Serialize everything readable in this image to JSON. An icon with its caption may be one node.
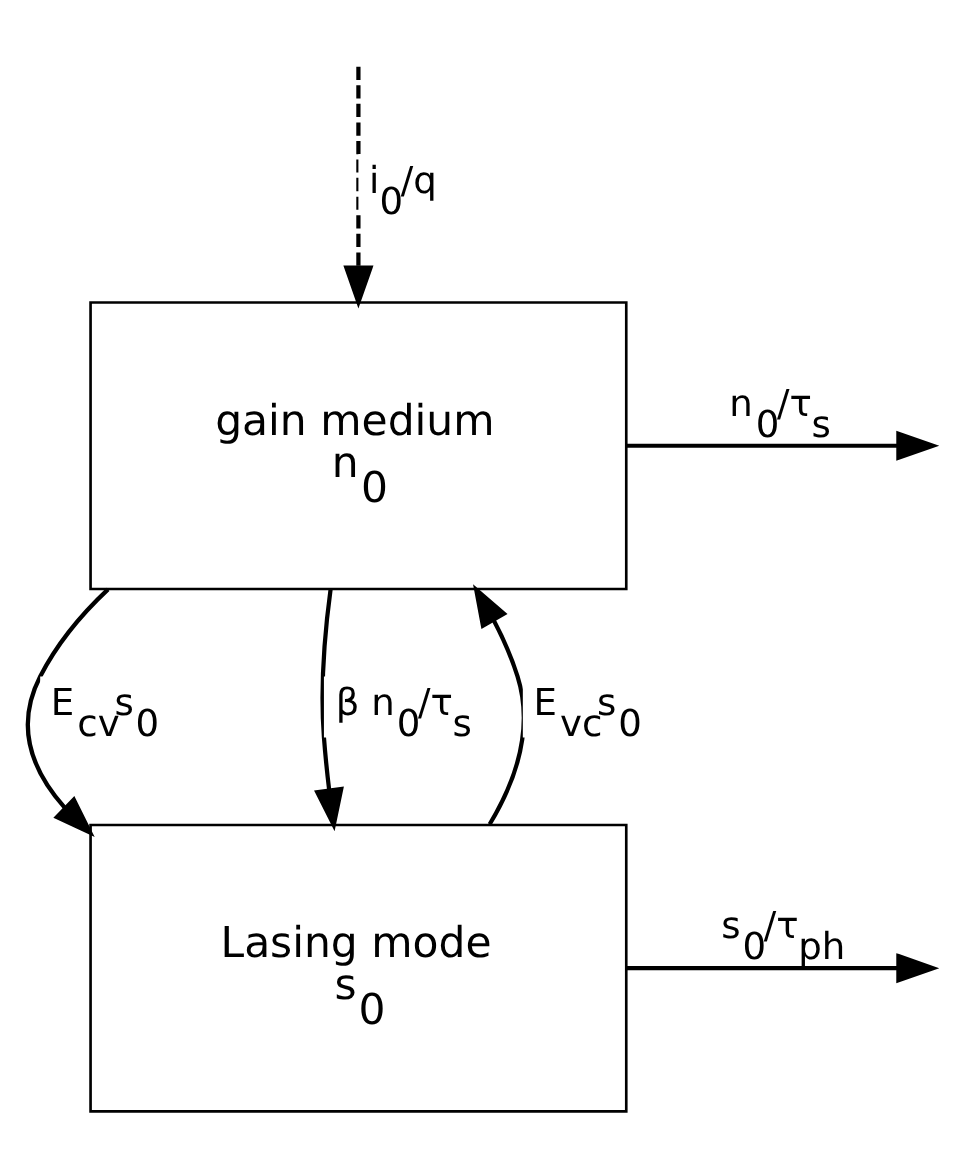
{
  "diagram": {
    "nodes": [
      {
        "text": [
          "gain medium",
          "n$_{0}$"
        ]
      },
      {
        "text": [
          "Lasing mode",
          "s$_{0}$"
        ]
      }
    ],
    "edges": [
      {
        "from": 0,
        "to": null,
        "arrow": "to",
        "label": "n$_{0}$/τ$_{s}$"
      },
      {
        "from": null,
        "to": 0,
        "arrow": "to",
        "label": "i$_{0}$/q",
        "style": "dashed"
      },
      {
        "from": 1,
        "to": 0,
        "arrow": "to",
        "label": "E$_{vc}$s$_{0}$"
      },
      {
        "from": 0,
        "to": 1,
        "arrow": "to",
        "label": "E$_{cv}$s$_{0}$"
      },
      {
        "from": 0,
        "to": 1,
        "arrow": "to",
        "label": "β n$_{0}$/τ$_{s}$"
      },
      {
        "from": 1,
        "to": null,
        "arrow": "to",
        "label": "s$_{0}$/τ$_{ph}$"
      }
    ]
  }
}
